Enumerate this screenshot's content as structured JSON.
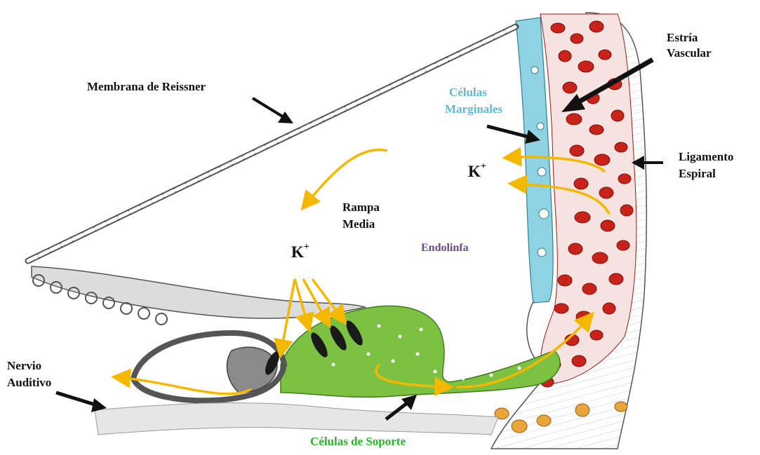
{
  "labels": {
    "reissner": "Membrana de Reissner",
    "estria_1": "Estría",
    "estria_2": "Vascular",
    "marginales_1": "Células",
    "marginales_2": "Marginales",
    "ligamento_1": "Ligamento",
    "ligamento_2": "Espiral",
    "k_ion": "K",
    "k_charge": "+",
    "rampa_1": "Rampa",
    "rampa_2": "Media",
    "endolinfa": "Endolinfa",
    "nervio_1": "Nervio",
    "nervio_2": "Auditivo",
    "soporte": "Células de Soporte"
  },
  "colors": {
    "k_flow_arrows": "#f5b800",
    "pointer_arrows": "#111111",
    "marginal_cells": "#8fd3e3",
    "stria_blood_cells": "#c8231b",
    "support_cells": "#7dc142",
    "hair_cells": "#1a1a1a",
    "spiral_ganglion": "#e8a53a",
    "tectorial_membrane": "#dcdcdc"
  }
}
